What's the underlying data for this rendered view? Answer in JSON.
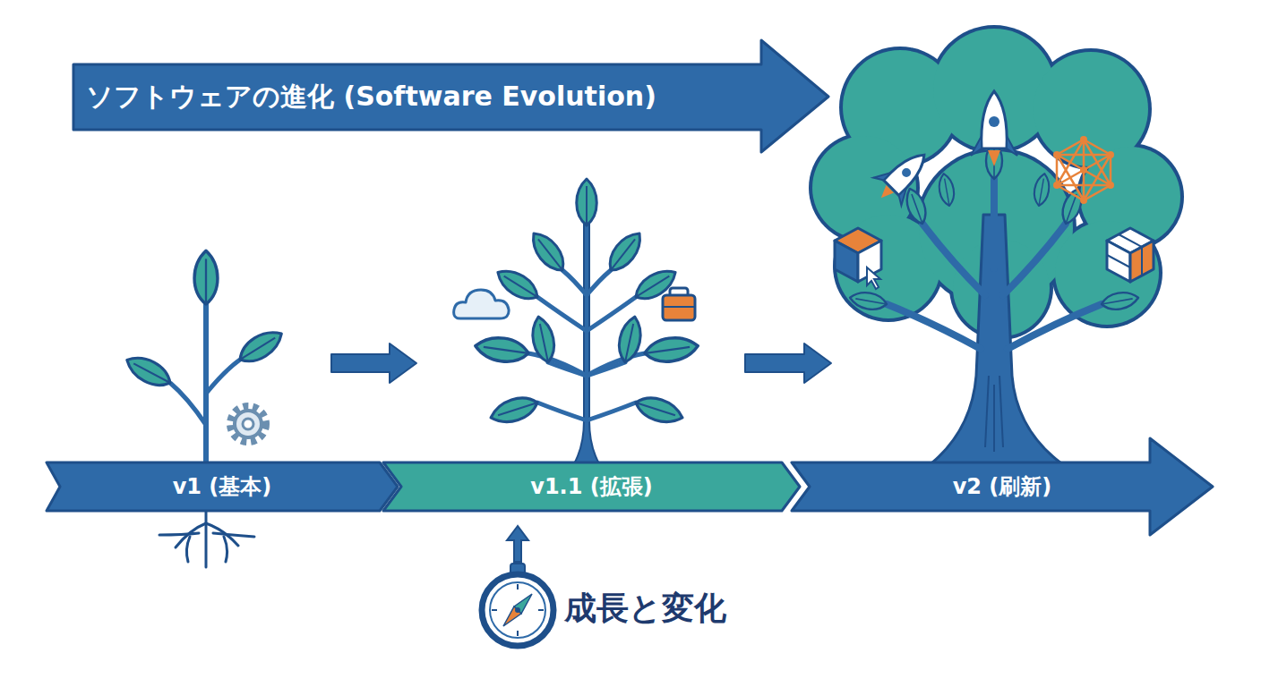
{
  "diagram": {
    "title": "ソフトウェアの進化 (Software Evolution)",
    "nodes": [
      {
        "text": [
          "v1 (基本)"
        ]
      },
      {
        "text": [
          "v1.1 (拡張)"
        ]
      },
      {
        "text": [
          "v2 (刷新)"
        ]
      }
    ],
    "labels": [
      "成長と変化"
    ]
  }
}
